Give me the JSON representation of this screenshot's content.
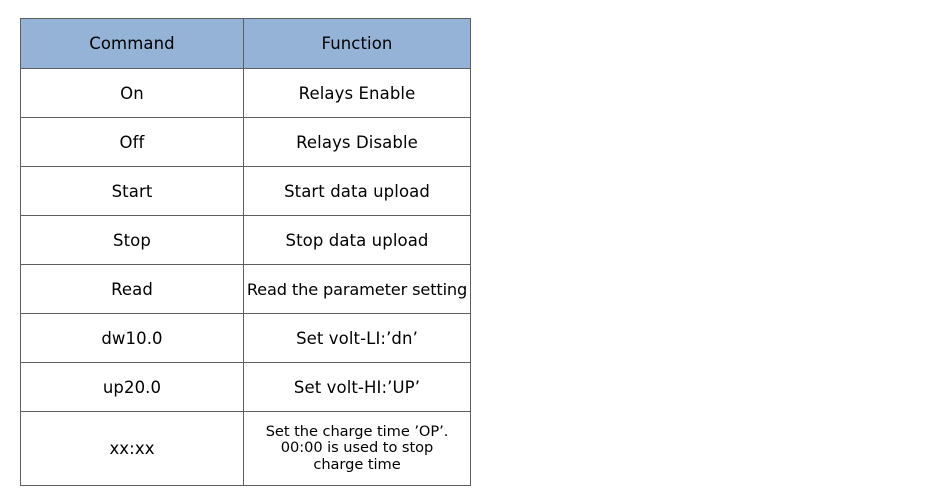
{
  "table": {
    "headers": {
      "command": "Command",
      "function": "Function"
    },
    "rows": [
      {
        "command": "On",
        "function": "Relays Enable"
      },
      {
        "command": "Off",
        "function": "Relays Disable"
      },
      {
        "command": "Start",
        "function": "Start data upload"
      },
      {
        "command": "Stop",
        "function": "Stop data upload"
      },
      {
        "command": "Read",
        "function": "Read the parameter setting"
      },
      {
        "command": "dw10.0",
        "function": "Set volt-LI:’dn’"
      },
      {
        "command": "up20.0",
        "function": "Set volt-HI:’UP’"
      },
      {
        "command": "xx:xx",
        "function_lines": [
          "Set the charge time ’OP’.",
          "00:00 is used to stop",
          "charge time"
        ]
      }
    ]
  },
  "colors": {
    "header_fill": "#95b3d7",
    "border": "#5e5e5e",
    "cell_fill": "#ffffff",
    "text": "#000000",
    "page_background": "#ffffff"
  }
}
